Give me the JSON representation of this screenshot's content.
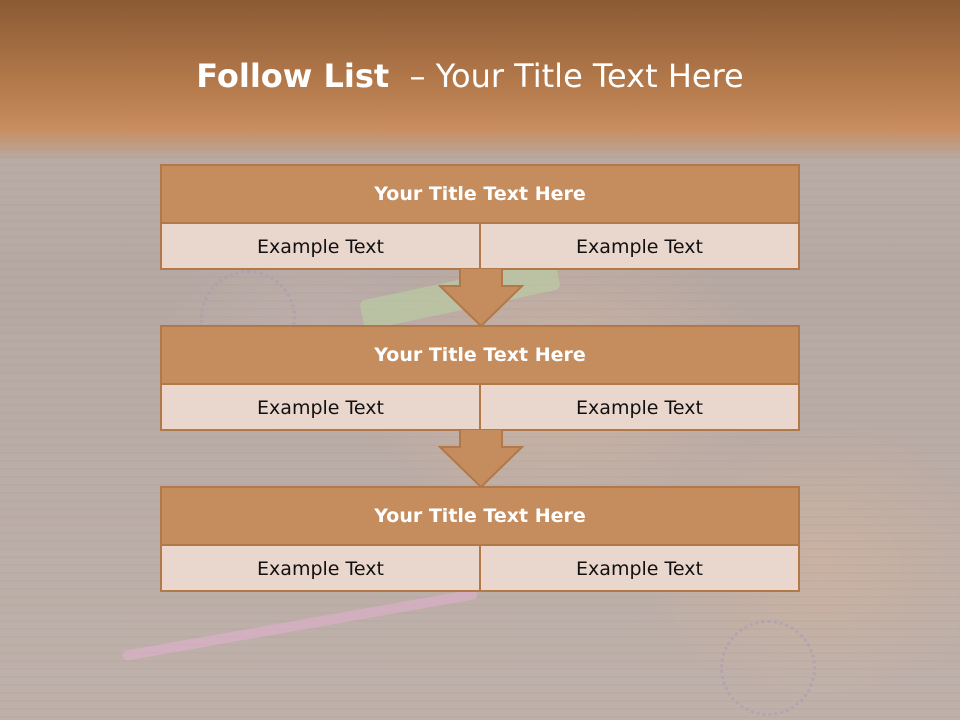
{
  "slide": {
    "title_bold": "Follow List",
    "title_rest": "  – Your Title Text Here"
  },
  "steps": [
    {
      "title": "Your Title Text Here",
      "left": "Example Text",
      "right": "Example Text"
    },
    {
      "title": "Your Title Text Here",
      "left": "Example Text",
      "right": "Example Text"
    },
    {
      "title": "Your Title Text Here",
      "left": "Example Text",
      "right": "Example Text"
    }
  ],
  "colors": {
    "title_band": "#b2784a",
    "box_header": "#c58c5e",
    "box_body": "#e9d6cc",
    "border": "#b27848"
  },
  "icons": [
    "down-arrow-icon",
    "down-arrow-icon"
  ]
}
